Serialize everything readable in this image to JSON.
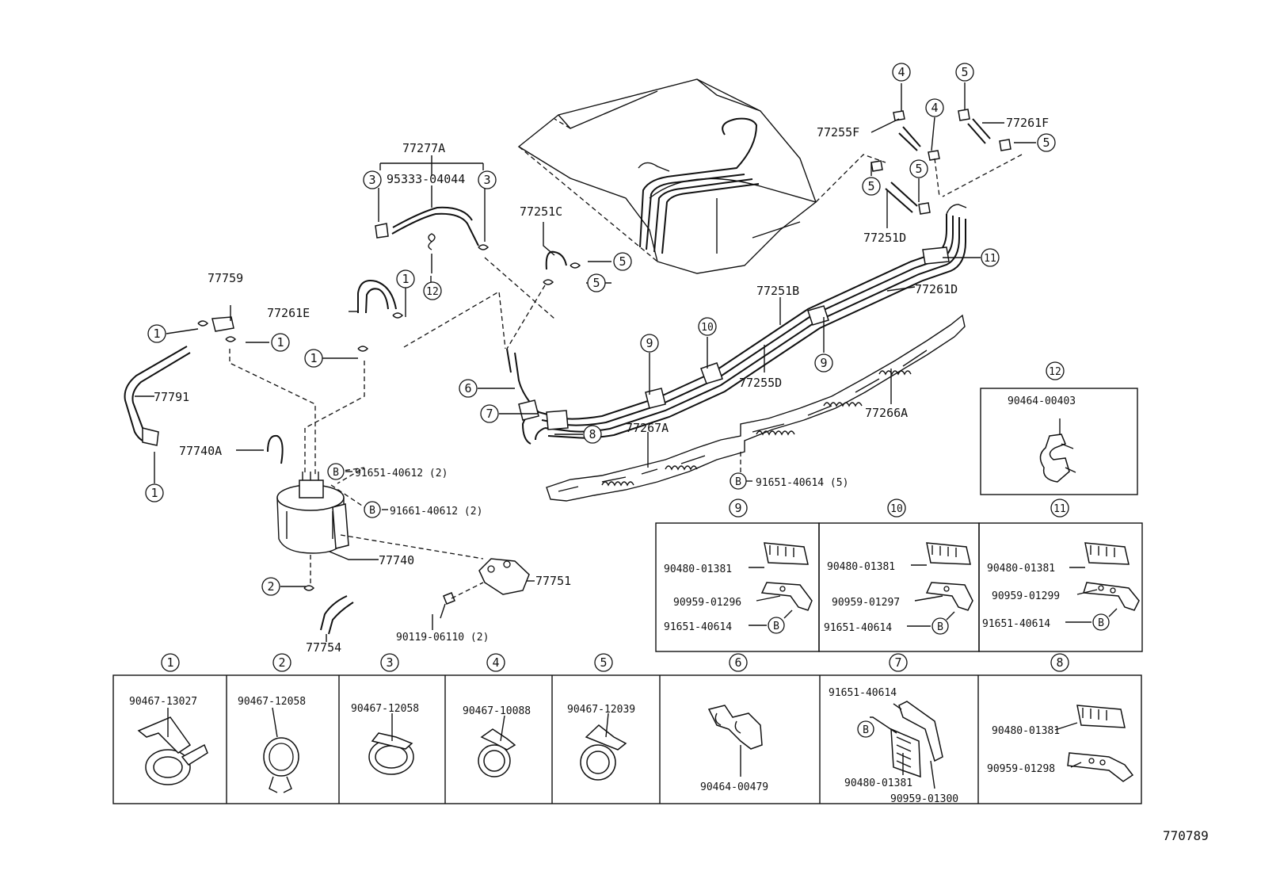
{
  "callouts": {
    "n1": "1",
    "n2": "2",
    "n3": "3",
    "n4": "4",
    "n5": "5",
    "n6": "6",
    "n7": "7",
    "n8": "8",
    "n9": "9",
    "n10": "10",
    "n11": "11",
    "n12": "12",
    "B": "B"
  },
  "parts": {
    "p77277A": "77277A",
    "p95333_04044": "95333-04044",
    "p77251C": "77251C",
    "p77255F": "77255F",
    "p77261F": "77261F",
    "p77251D": "77251D",
    "p77251B": "77251B",
    "p77261D": "77261D",
    "p77255D": "77255D",
    "p77266A": "77266A",
    "p77267A": "77267A",
    "p77759": "77759",
    "p77261E": "77261E",
    "p77791": "77791",
    "p77740A": "77740A",
    "p77740": "77740",
    "p77754": "77754",
    "p77751": "77751",
    "p90119": "90119-06110 (2)",
    "p91651_40612": "91651-40612 (2)",
    "p91661_40612": "91661-40612 (2)",
    "p91651_40614_5": "91651-40614 (5)"
  },
  "boxes": {
    "b12_part": "90464-00403",
    "b9_a": "90480-01381",
    "b9_b": "90959-01296",
    "b9_c": "91651-40614",
    "b10_a": "90480-01381",
    "b10_b": "90959-01297",
    "b10_c": "91651-40614",
    "b11_a": "90480-01381",
    "b11_b": "90959-01299",
    "b11_c": "91651-40614",
    "b1": "90467-13027",
    "b2": "90467-12058",
    "b3": "90467-12058",
    "b4": "90467-10088",
    "b5": "90467-12039",
    "b6": "90464-00479",
    "b7_a": "91651-40614",
    "b7_b": "90480-01381",
    "b7_c": "90959-01300",
    "b8_a": "90480-01381",
    "b8_b": "90959-01298"
  },
  "figure_number": "770789"
}
